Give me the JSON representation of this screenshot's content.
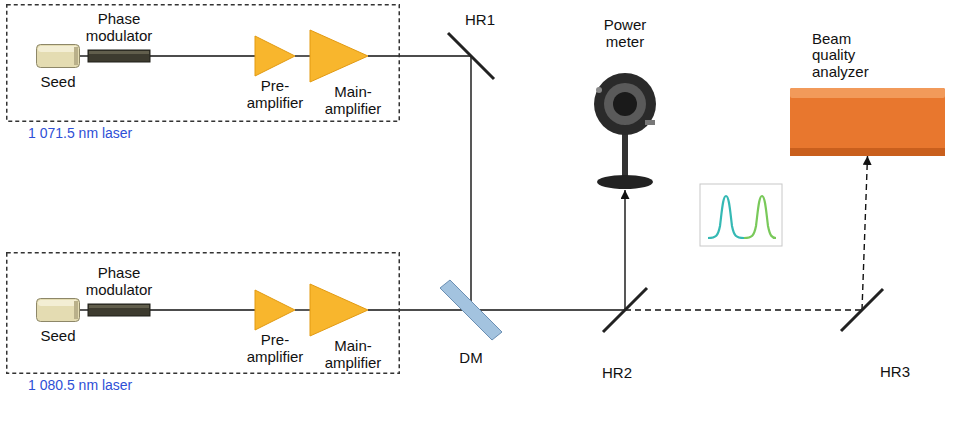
{
  "diagram": {
    "nodes": [
      {
        "text": [
          "1 071.5 nm laser"
        ]
      },
      {
        "text": [
          "Seed"
        ],
        "in": 0
      },
      {
        "text": [
          "Phase modulator"
        ],
        "in": 0
      },
      {
        "text": [
          "Pre- amplifier"
        ],
        "in": 0
      },
      {
        "text": [
          "Main- amplifier"
        ],
        "in": 0
      },
      {
        "text": [
          "HR1"
        ]
      },
      {
        "text": [
          "Power meter"
        ]
      },
      {
        "text": [
          "Beam quality analyzer"
        ]
      },
      {
        "text": [
          "1 080.5 nm laser"
        ]
      },
      {
        "text": [
          "Seed"
        ],
        "in": 8
      },
      {
        "text": [
          "Phase modulator"
        ],
        "in": 8
      },
      {
        "text": [
          "Pre- amplifier"
        ],
        "in": 8
      },
      {
        "text": [
          "Main- amplifier"
        ],
        "in": 8
      },
      {
        "text": [
          "DM"
        ]
      },
      {
        "text": [
          "HR2"
        ]
      },
      {
        "text": [
          "HR3"
        ]
      }
    ],
    "edges": [
      {
        "from": 1,
        "to": 2,
        "arrow": "none"
      },
      {
        "from": 2,
        "to": 3,
        "arrow": "none"
      },
      {
        "from": 3,
        "to": 4,
        "arrow": "none"
      },
      {
        "from": 4,
        "to": 5,
        "arrow": "none"
      },
      {
        "from": 9,
        "to": 10,
        "arrow": "none"
      },
      {
        "from": 10,
        "to": 11,
        "arrow": "none"
      },
      {
        "from": 11,
        "to": 12,
        "arrow": "none"
      },
      {
        "from": 12,
        "to": 13,
        "arrow": "none"
      },
      {
        "from": 5,
        "to": 13,
        "arrow": "none"
      },
      {
        "from": 13,
        "to": 14,
        "arrow": "none"
      },
      {
        "from": 14,
        "to": 6,
        "arrow": "to"
      },
      {
        "from": 14,
        "to": 15,
        "arrow": "none"
      },
      {
        "from": 15,
        "to": 7,
        "arrow": "to"
      }
    ]
  }
}
